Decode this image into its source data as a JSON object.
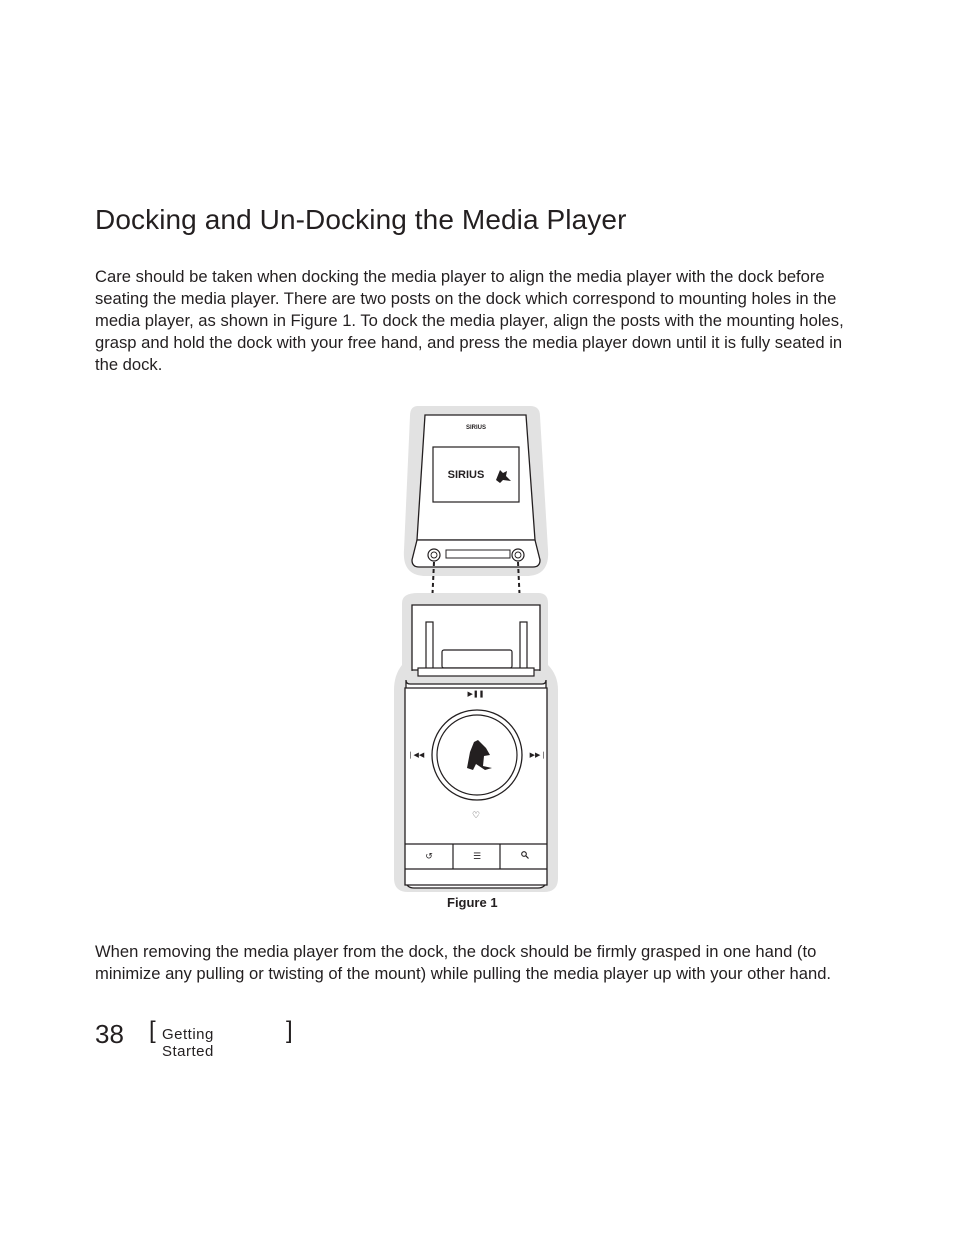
{
  "heading": "Docking and Un-Docking the Media Player",
  "paragraphs": {
    "docking": "Care should be taken when docking the media player to align the media player with the dock before seating the media player. There are two posts on the dock which correspond to mounting holes in the media player, as shown in Figure 1. To dock the media player, align the posts with the mounting holes, grasp and hold the dock with your free hand, and press the media player down until it is fully seated in the dock.",
    "undocking": "When removing the media player from the dock, the dock should be firmly grasped in one hand (to minimize any pulling or twisting of the mount) while pulling the media player up with your other hand."
  },
  "figure": {
    "caption": "Figure 1",
    "logo_small": "SIRIUS",
    "logo_large": "SIRIUS",
    "icons": [
      "play-pause-icon",
      "previous-icon",
      "next-icon",
      "heart-icon",
      "back-icon",
      "menu-icon",
      "search-icon",
      "dog-logo-icon"
    ]
  },
  "footer": {
    "page_number": "38",
    "bracket_open": "[",
    "section_title": "Getting Started",
    "bracket_close": "]"
  }
}
